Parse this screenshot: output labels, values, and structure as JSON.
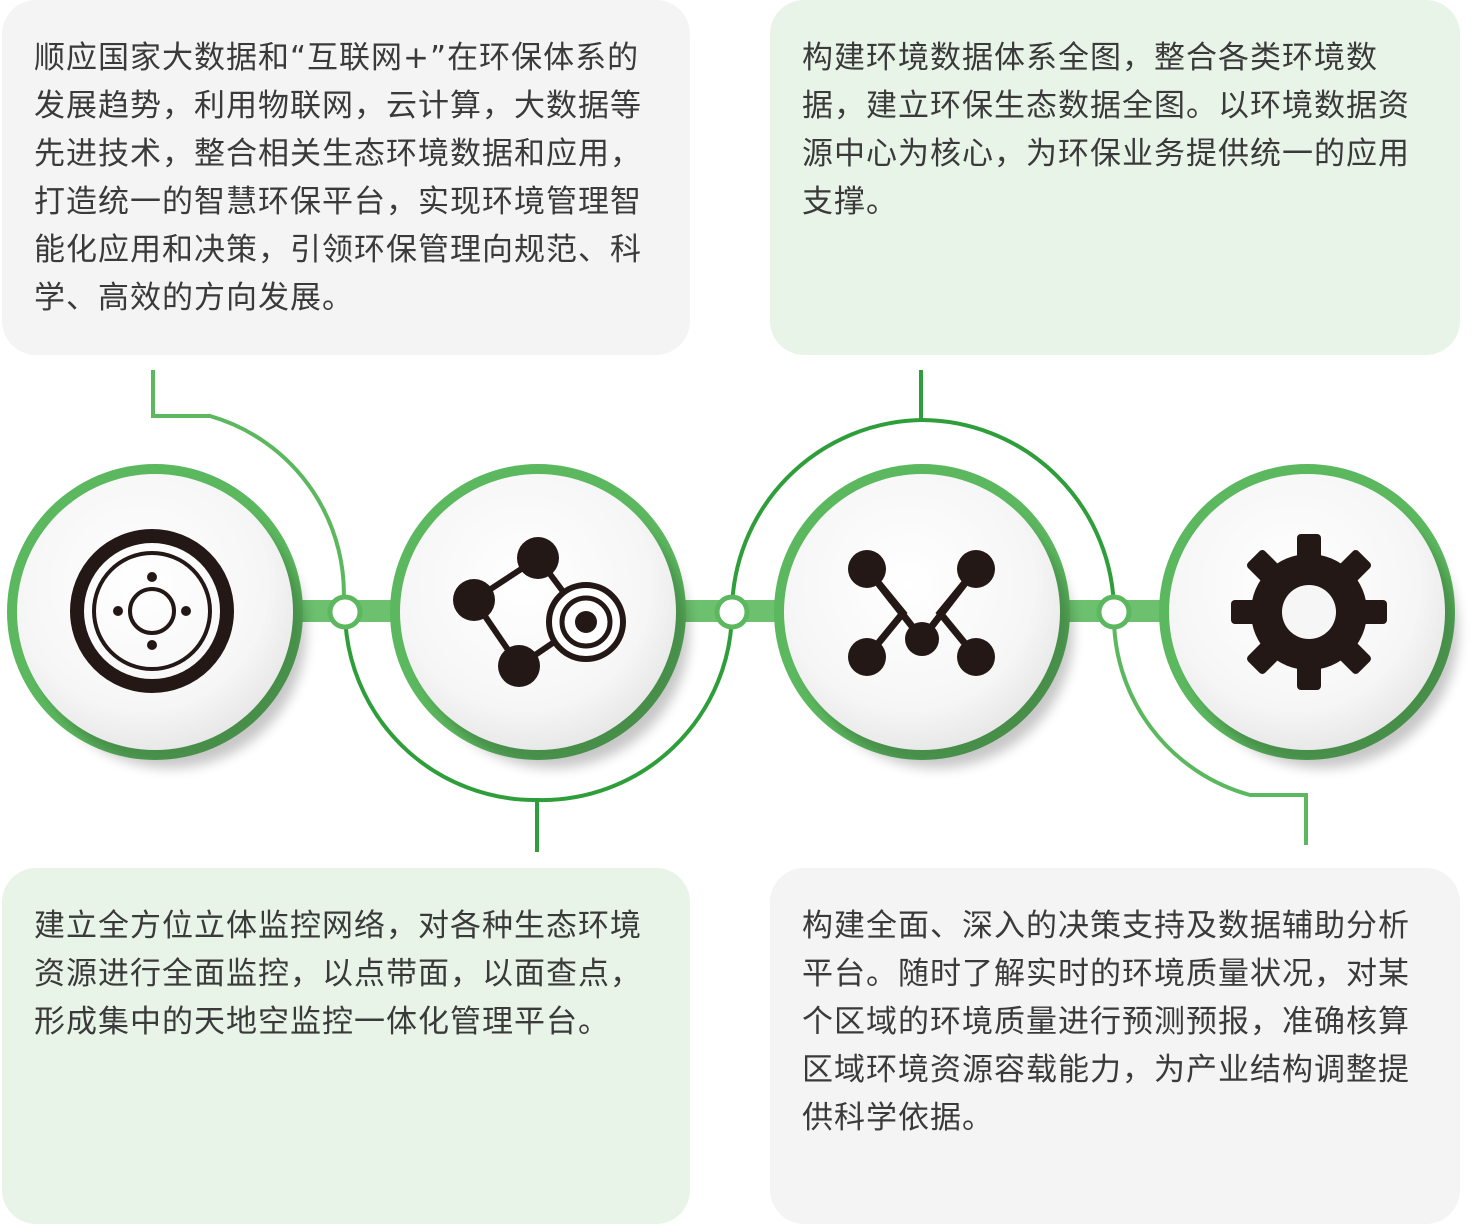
{
  "cards": [
    {
      "text": "顺应国家大数据和“互联网+”在环保体系的发展趋势，利用物联网，云计算，大数据等先进技术，整合相关生态环境数据和应用，打造统一的智慧环保平台，实现环境管理智能化应用和决策，引领环保管理向规范、科学、高效的方向发展。"
    },
    {
      "text": "构建环境数据体系全图，整合各类环境数据，建立环保生态数据全图。以环境数据资源中心为核心，为环保业务提供统一的应用支撑。"
    },
    {
      "text": "建立全方位立体监控网络，对各种生态环境资源进行全面监控，以点带面，以面查点，形成集中的天地空监控一体化管理平台。"
    },
    {
      "text": "构建全面、深入的决策支持及数据辅助分析平台。随时了解实时的环境质量状况，对某个区域的环境质量进行预测预报，准确核算区域环境资源容载能力，为产业结构调整提供科学依据。"
    }
  ],
  "icons": [
    "target-dial-icon",
    "network-nodes-icon",
    "cross-network-icon",
    "gear-icon"
  ],
  "colors": {
    "accent_green": "#5cb85f",
    "line_green": "#6cc06e",
    "card_gray": "#f3f4f3",
    "card_green": "#e9f4e9",
    "icon_dark": "#231815",
    "text": "#3a3a3a"
  }
}
